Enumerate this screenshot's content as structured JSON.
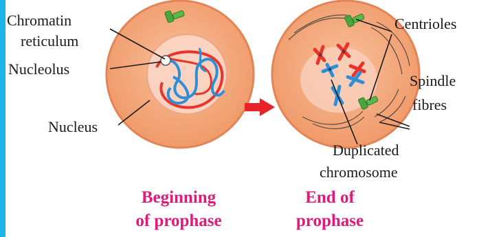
{
  "labels": {
    "chromatin_line1": "Chromatin",
    "chromatin_line2": "reticulum",
    "nucleolus": "Nucleolus",
    "nucleus": "Nucleus",
    "centrioles": "Centrioles",
    "spindle_line1": "Spindle",
    "spindle_line2": "fibres",
    "dup_line1": "Duplicated",
    "dup_line2": "chromosome"
  },
  "captions": {
    "left_line1": "Beginning",
    "left_line2": "of prophase",
    "right_line1": "End of",
    "right_line2": "prophase"
  },
  "colors": {
    "cell_fill": "#f5a97a",
    "cell_outline": "#e0875a",
    "nucleus_fill": "#fbd0bc",
    "chromatin_red": "#e8342a",
    "chromatin_blue": "#2e8fd6",
    "centriole_green": "#4aa63c",
    "arrow_red": "#e8232a",
    "caption_magenta": "#e0197a",
    "edge_bar": "#19b6ea"
  }
}
